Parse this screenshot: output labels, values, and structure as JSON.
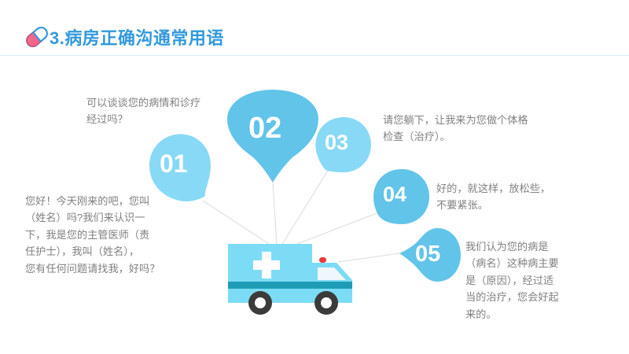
{
  "header": {
    "title": "3.病房正确沟通常用语",
    "icon": "pill-icon",
    "title_color": "#3399dd",
    "rule_color": "#d8eef8"
  },
  "pins": [
    {
      "id": "01",
      "label": "01",
      "color": "#87d9f5"
    },
    {
      "id": "02",
      "label": "02",
      "color": "#62c4e8"
    },
    {
      "id": "03",
      "label": "03",
      "color": "#87d9f5"
    },
    {
      "id": "04",
      "label": "04",
      "color": "#62c4e8"
    },
    {
      "id": "05",
      "label": "05",
      "color": "#62c4e8"
    }
  ],
  "texts": {
    "item1": "您好！今天刚来的吧，您叫\n（姓名）吗?我们来认识一\n下，我是您的主管医师（责\n任护士），我叫（姓名），\n您有任何问题请找我，好吗？",
    "item2": "可以谈谈您的病情和诊疗\n经过吗？",
    "item3": "请您躺下，让我来为您做个体格\n检查（治疗）。",
    "item4": "好的，就这样，放松些，\n不要紧张。",
    "item5": "我们认为您的病是\n（病名）这种病主要\n是（原因），经过适\n当的治疗，您会好起\n来的。",
    "text_color": "#808080"
  },
  "illustration": {
    "name": "ambulance",
    "body_color": "#7ddcf5",
    "stripe_color": "#1f9cb5",
    "window_color": "#eef7fb",
    "cross_color": "#ffffff",
    "light_color": "#ea3b3b",
    "wheel_color": "#3b3b3b",
    "line_color": "#e2e2e2"
  }
}
